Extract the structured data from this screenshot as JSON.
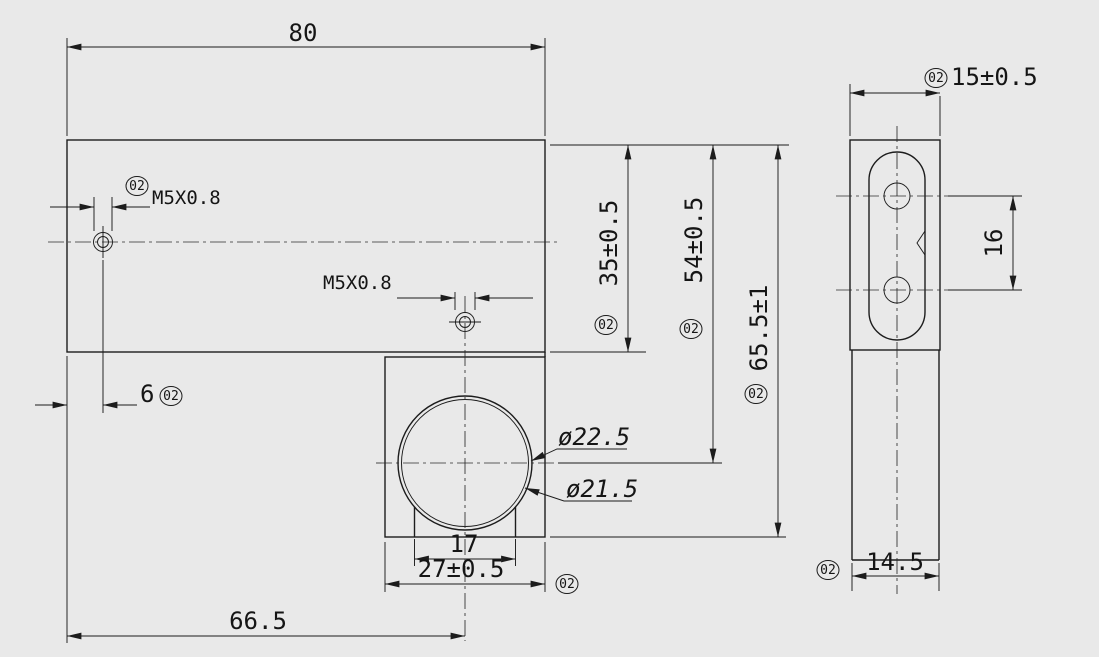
{
  "drawing": {
    "colors": {
      "background": "#e9e9e9",
      "line": "#1c1c1c"
    },
    "balloon": "02",
    "front_view": {
      "width_total": "80",
      "thread_callout_left": "M5X0.8",
      "thread_callout_mid": "M5X0.8",
      "hole_offset": "6",
      "height_block": "35±0.5",
      "height_to_bore_center": "54±0.5",
      "height_total": "65.5±1",
      "bore_dia_outer": "ø22.5",
      "bore_dia_inner": "ø21.5",
      "slot_width": "17",
      "clamp_width": "27±0.5",
      "bore_center_from_left": "66.5"
    },
    "side_view": {
      "width_top": "15±0.5",
      "hole_spacing": "16",
      "width_bottom": "14.5"
    }
  }
}
